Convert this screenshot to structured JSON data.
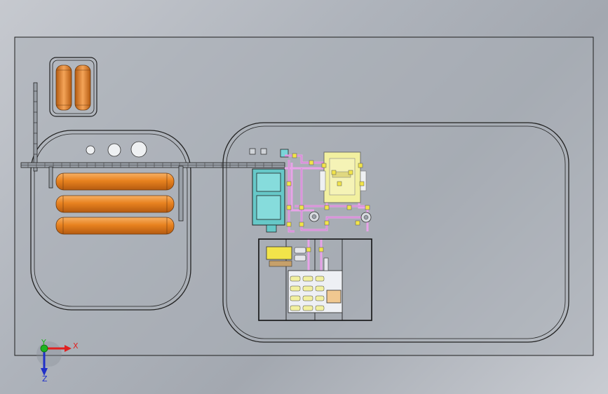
{
  "viewport": {
    "background_colors": [
      "#c6c9cf",
      "#a3a8b0"
    ],
    "floor_plate_color": "#a9aeb6"
  },
  "components": {
    "tank_color": "#e8821f",
    "tank_outline": "#6a3a10",
    "pipe_color": "#e8a3e8",
    "valve_color": "#f2e44a",
    "equipment_fill": "#66c8c8",
    "panel_fill": "#f2f0a0",
    "control_box_fill": "#eef0f4"
  },
  "triad": {
    "x_label": "X",
    "y_label": "Y",
    "z_label": "Z",
    "x_color": "#e02020",
    "y_color": "#1fb41f",
    "z_color": "#2030c8"
  }
}
